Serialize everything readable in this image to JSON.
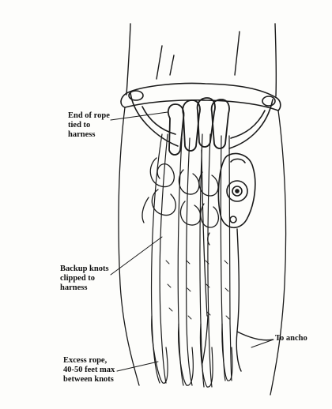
{
  "diagram": {
    "labels": {
      "end_of_rope": "End of rope\ntied to\nharness",
      "backup_knots": "Backup knots\nclipped to\nharness",
      "excess_rope": "Excess rope,\n40-50 feet max\nbetween knots",
      "to_anchor": "To ancho"
    }
  }
}
